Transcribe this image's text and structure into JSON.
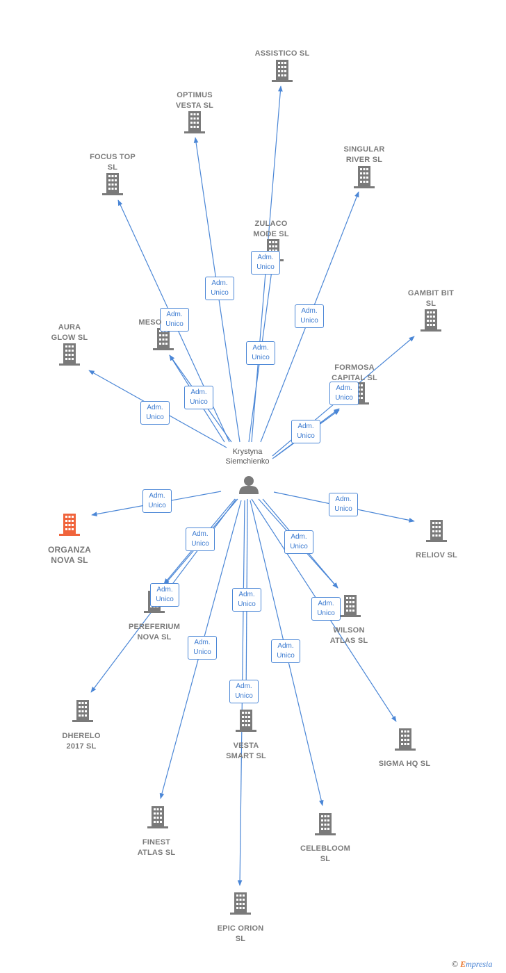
{
  "center": {
    "name": "Krystyna\nSiemchienko"
  },
  "colors": {
    "edge": "#4a86d6",
    "building": "#7a7a7a",
    "highlight": "#f0643c"
  },
  "edge_label": "Adm.\nUnico",
  "nodes": [
    {
      "id": "assistico",
      "label": "ASSISTICO  SL"
    },
    {
      "id": "optimus",
      "label": "OPTIMUS\nVESTA  SL"
    },
    {
      "id": "singular",
      "label": "SINGULAR\nRIVER  SL"
    },
    {
      "id": "focus",
      "label": "FOCUS TOP\nSL"
    },
    {
      "id": "zulaco",
      "label": "ZULACO\nMODE  SL"
    },
    {
      "id": "gambit",
      "label": "GAMBIT BIT\nSL"
    },
    {
      "id": "aura",
      "label": "AURA\nGLOW  SL"
    },
    {
      "id": "meso",
      "label": "MESO"
    },
    {
      "id": "formosa",
      "label": "FORMOSA\nCAPITAL  SL"
    },
    {
      "id": "organza",
      "label": "ORGANZA\nNOVA  SL",
      "highlight": true
    },
    {
      "id": "reliov",
      "label": "RELIOV  SL"
    },
    {
      "id": "pereferium",
      "label": "PEREFERIUM\nNOVA  SL"
    },
    {
      "id": "wilson",
      "label": "WILSON\nATLAS  SL"
    },
    {
      "id": "dherelo",
      "label": "DHERELO\n2017  SL"
    },
    {
      "id": "vesta_smart",
      "label": "VESTA\nSMART  SL"
    },
    {
      "id": "sigma",
      "label": "SIGMA HQ  SL"
    },
    {
      "id": "finest",
      "label": "FINEST\nATLAS  SL"
    },
    {
      "id": "celebloom",
      "label": "CELEBLOOM\nSL"
    },
    {
      "id": "epic",
      "label": "EPIC ORION\nSL"
    }
  ],
  "footer": {
    "copyright": "©",
    "brand_initial": "E",
    "brand_rest": "mpresia"
  }
}
